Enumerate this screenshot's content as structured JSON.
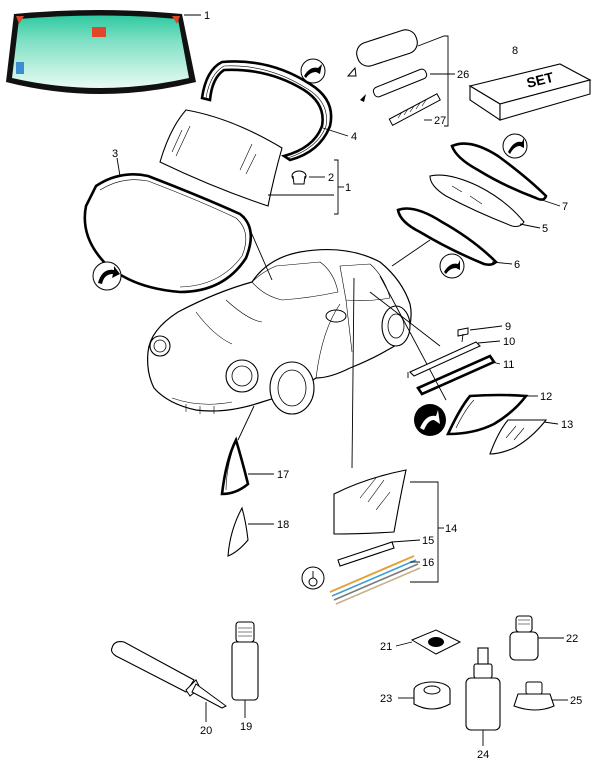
{
  "callouts": {
    "n1": "1",
    "n1b": "1",
    "n2": "2",
    "n3": "3",
    "n4": "4",
    "n5": "5",
    "n6": "6",
    "n7": "7",
    "n8": "8",
    "n9": "9",
    "n10": "10",
    "n11": "11",
    "n12": "12",
    "n13": "13",
    "n14": "14",
    "n15": "15",
    "n16": "16",
    "n17": "17",
    "n18": "18",
    "n19": "19",
    "n20": "20",
    "n21": "21",
    "n22": "22",
    "n23": "23",
    "n24": "24",
    "n25": "25",
    "n26": "26",
    "n27": "27"
  },
  "set_box_label": "SET",
  "colors": {
    "windshield_tint": "#4fd6b0",
    "windshield_frame": "#111111",
    "sticker_red": "#e0462a",
    "sticker_blue": "#3a8fd0"
  }
}
